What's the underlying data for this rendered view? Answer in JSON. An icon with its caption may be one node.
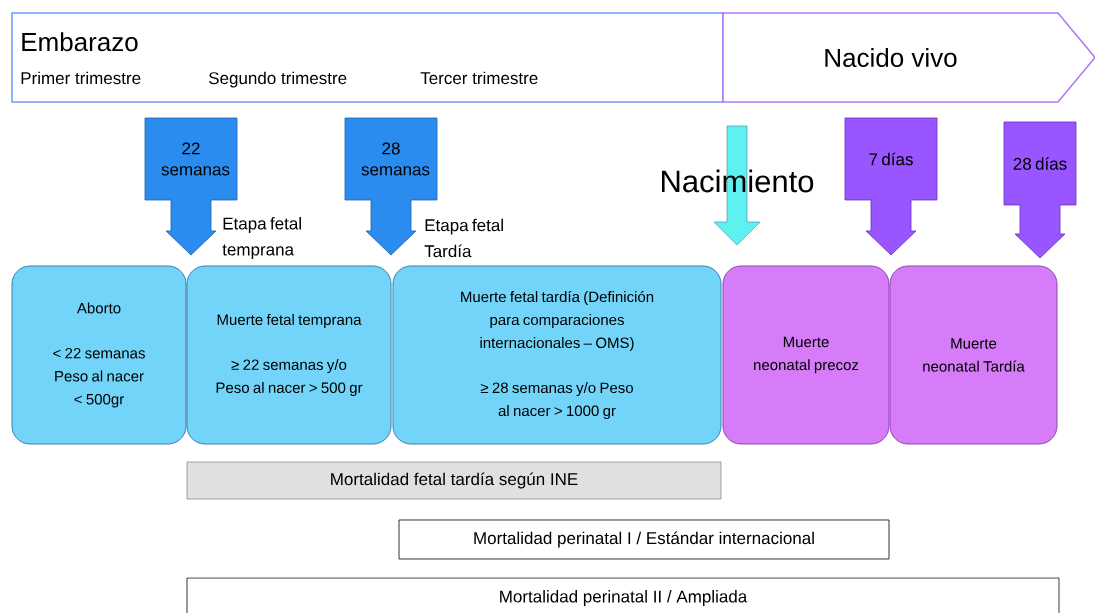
{
  "diagram": {
    "nodes": [
      {
        "text": [
          "Embarazo",
          "Primer trimestre",
          "Segundo trimestre",
          "Tercer trimestre"
        ]
      },
      {
        "text": [
          "Nacido vivo"
        ]
      },
      {
        "text": [
          "22 semanas"
        ],
        "beside": [
          "Etapa fetal temprana"
        ]
      },
      {
        "text": [
          "28 semanas"
        ],
        "beside": [
          "Etapa fetal Tardía"
        ]
      },
      {
        "text": [
          "Nacimiento"
        ]
      },
      {
        "text": [
          "7 días"
        ]
      },
      {
        "text": [
          "28 días"
        ]
      },
      {
        "text": [
          "Aborto",
          "< 22 semanas Peso al nacer < 500gr"
        ]
      },
      {
        "text": [
          "Muerte fetal temprana",
          "≥ 22 semanas y/o Peso al nacer > 500 gr"
        ]
      },
      {
        "text": [
          "Muerte fetal tardía (Definición para comparaciones internacionales – OMS)",
          "≥ 28 semanas y/o Peso al nacer > 1000 gr"
        ]
      },
      {
        "text": [
          "Muerte neonatal precoz"
        ]
      },
      {
        "text": [
          "Muerte neonatal Tardía"
        ]
      },
      {
        "text": [
          "Mortalidad fetal tardía según INE"
        ]
      },
      {
        "text": [
          "Mortalidad perinatal I / Estándar internacional"
        ]
      },
      {
        "text": [
          "Mortalidad perinatal II / Ampliada"
        ]
      }
    ]
  }
}
